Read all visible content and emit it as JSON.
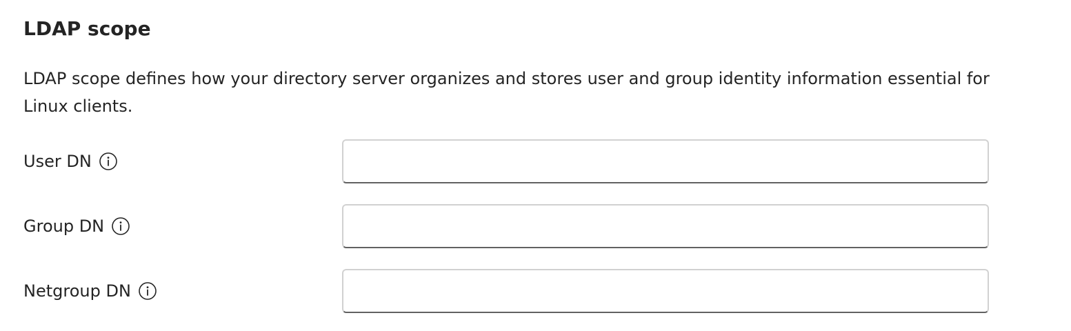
{
  "ldap_scope": {
    "title": "LDAP scope",
    "description": "LDAP scope defines how your directory server organizes and stores user and group identity information essential for Linux clients.",
    "fields": [
      {
        "label": "User DN",
        "value": "",
        "placeholder": ""
      },
      {
        "label": "Group DN",
        "value": "",
        "placeholder": ""
      },
      {
        "label": "Netgroup DN",
        "value": "",
        "placeholder": ""
      }
    ]
  },
  "icons": {
    "info": "info-icon"
  },
  "colors": {
    "text": "#242424",
    "input_border": "#d1d1d1",
    "input_underline": "#616161"
  }
}
